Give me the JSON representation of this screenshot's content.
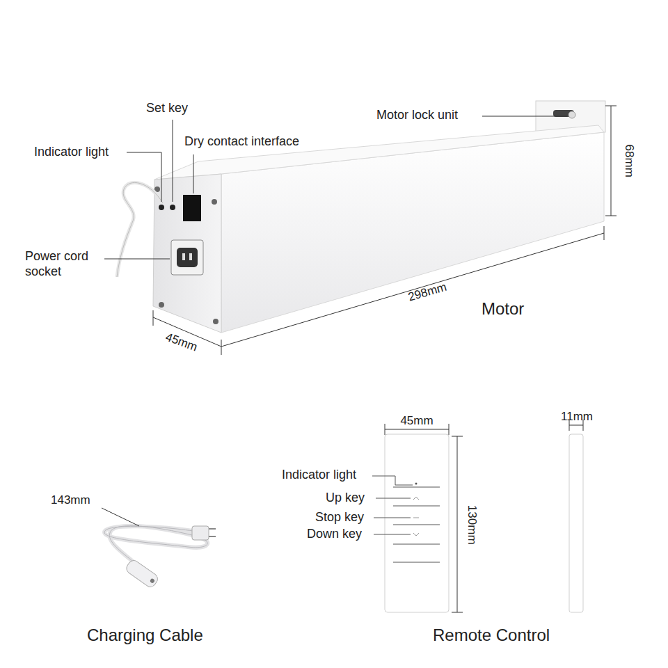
{
  "diagram": {
    "labels": [
      "Set key",
      "Indicator light",
      "Dry contact interface",
      "Power cord socket",
      "Motor lock unit",
      "68mm",
      "298mm",
      "45mm",
      "Motor",
      "143mm",
      "Charging Cable",
      "45mm",
      "11mm",
      "Indicator light",
      "Up key",
      "Stop key",
      "Down key",
      "130mm",
      "Remote Control"
    ]
  }
}
